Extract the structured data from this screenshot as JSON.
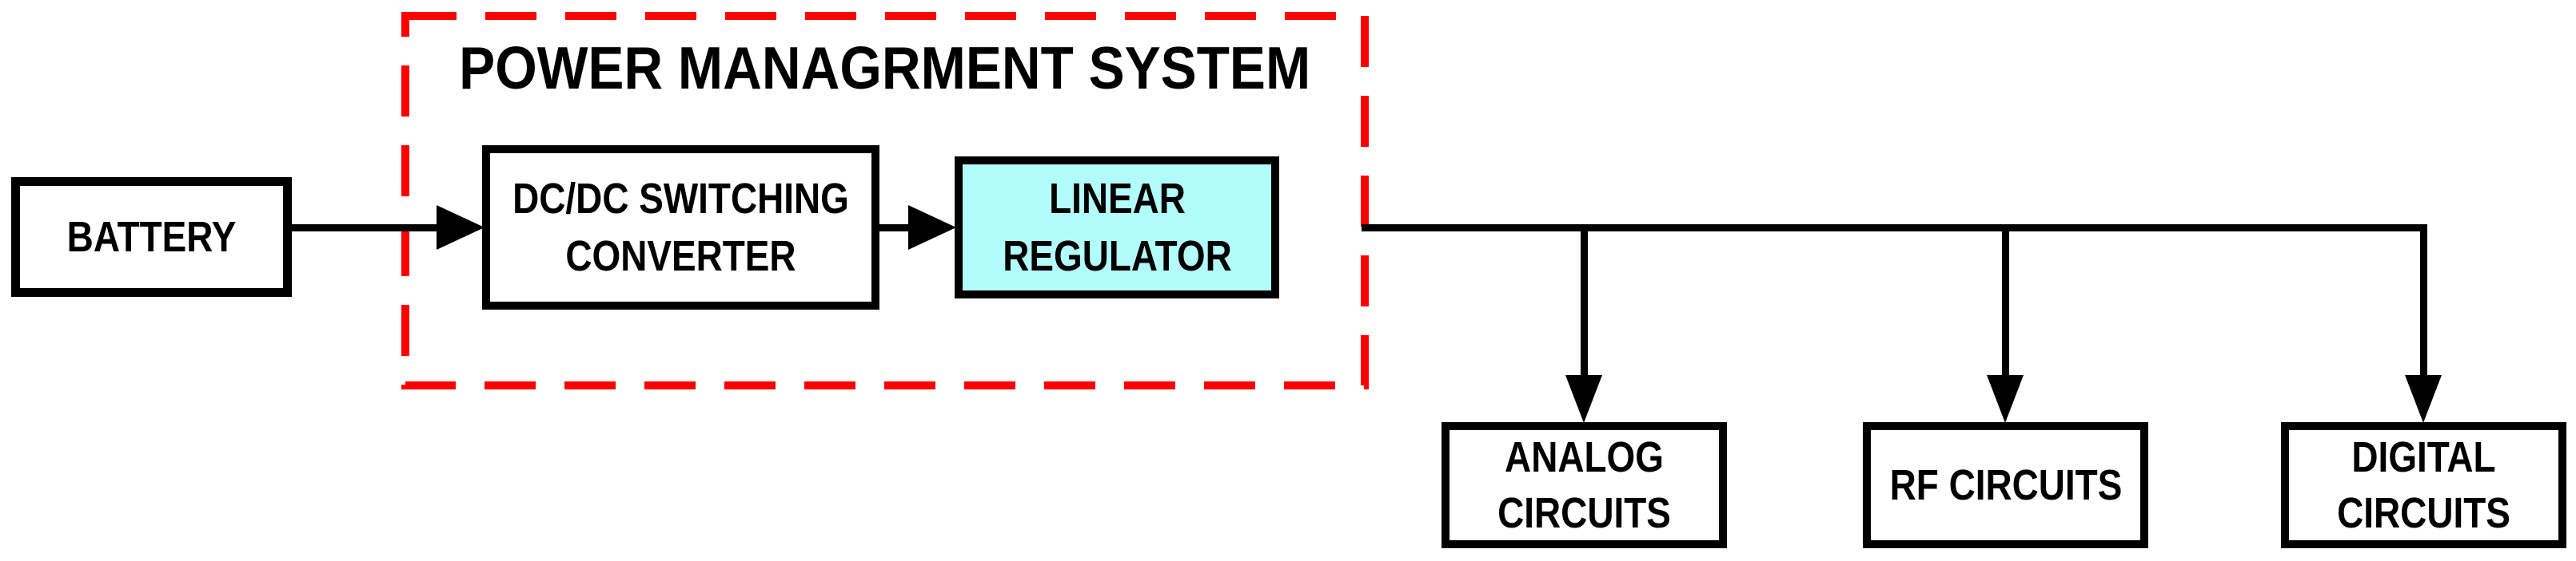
{
  "title": "POWER MANAGRMENT SYSTEM",
  "blocks": {
    "battery": "BATTERY",
    "dcdc_line1": "DC/DC SWITCHING",
    "dcdc_line2": "CONVERTER",
    "linear_line1": "LINEAR",
    "linear_line2": "REGULATOR",
    "analog_line1": "ANALOG",
    "analog_line2": "CIRCUITS",
    "rf": "RF CIRCUITS",
    "digital_line1": "DIGITAL",
    "digital_line2": "CIRCUITS"
  },
  "colors": {
    "background": "#FFFFFF",
    "outline": "#000000",
    "dashed_border": "#FF0000",
    "linear_regulator_fill": "#B3FCFC",
    "text": "#000000"
  }
}
